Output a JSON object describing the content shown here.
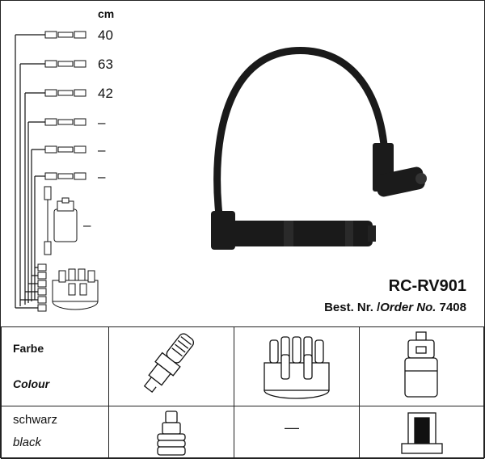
{
  "kit": {
    "unit": "cm",
    "lengths": [
      "40",
      "63",
      "42",
      "–",
      "–",
      "–",
      "–"
    ],
    "part_number": "RC-RV901",
    "order_label": "Best. Nr. /",
    "order_label_en": "Order No.",
    "order_number": "7408"
  },
  "table": {
    "header_de": "Farbe",
    "header_en": "Colour",
    "row_de": "schwarz",
    "row_en": "black",
    "dash": "—"
  }
}
